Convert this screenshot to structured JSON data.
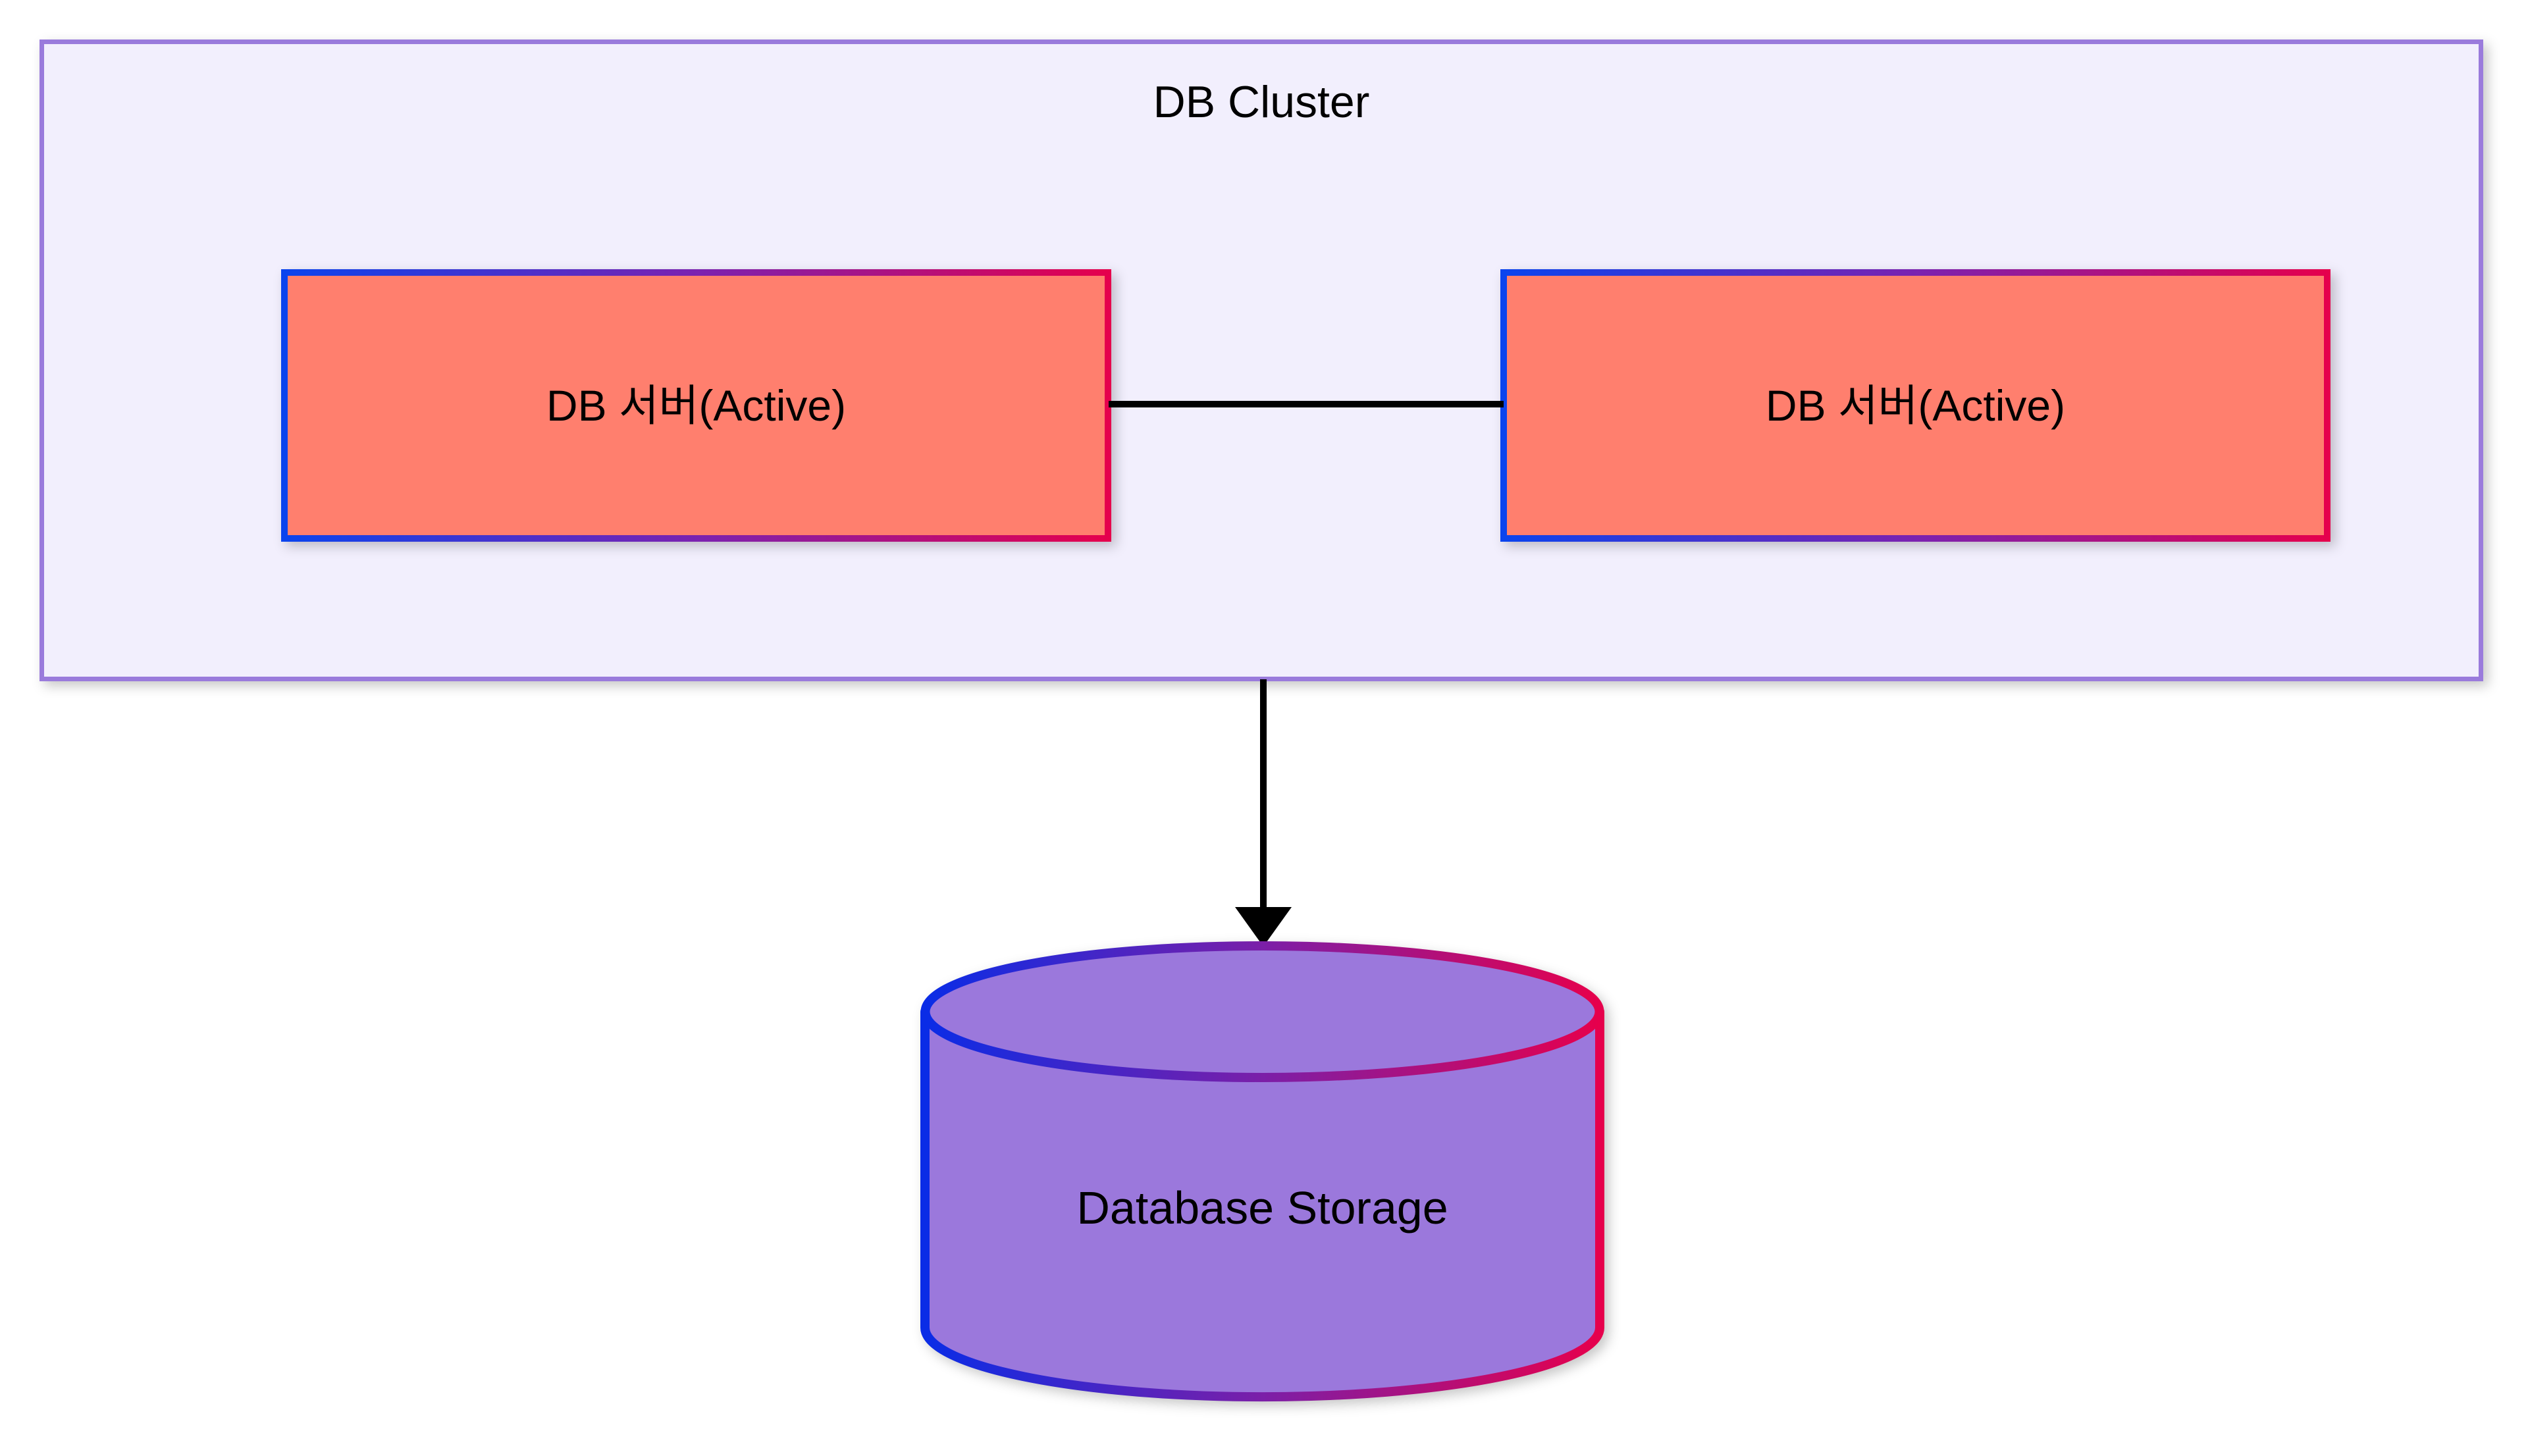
{
  "diagram": {
    "title": "DB Cluster",
    "background_color": "#ffffff",
    "cluster": {
      "label": "DB Cluster",
      "fill_color": "#f2effd",
      "border_color": "#9a7bdc"
    },
    "nodes": [
      {
        "id": "db-server-1",
        "label": "DB 서버(Active)",
        "shape": "rectangle",
        "fill_color": "#ff7f6e",
        "stroke_start_color": "#0a44ee",
        "stroke_end_color": "#e6004c"
      },
      {
        "id": "db-server-2",
        "label": "DB 서버(Active)",
        "shape": "rectangle",
        "fill_color": "#ff7f6e",
        "stroke_start_color": "#0a44ee",
        "stroke_end_color": "#e6004c"
      },
      {
        "id": "database-storage",
        "label": "Database Storage",
        "shape": "cylinder",
        "fill_color": "#9b78dc",
        "stroke_start_color": "#0a2ce6",
        "stroke_end_color": "#e6004c"
      }
    ],
    "edges": [
      {
        "id": "server-to-server-link",
        "from": "db-server-1",
        "to": "db-server-2",
        "arrow": "none",
        "color": "#000000"
      },
      {
        "id": "cluster-to-storage-arrow",
        "from": "DB Cluster",
        "to": "database-storage",
        "arrow": "end",
        "color": "#000000"
      }
    ]
  }
}
